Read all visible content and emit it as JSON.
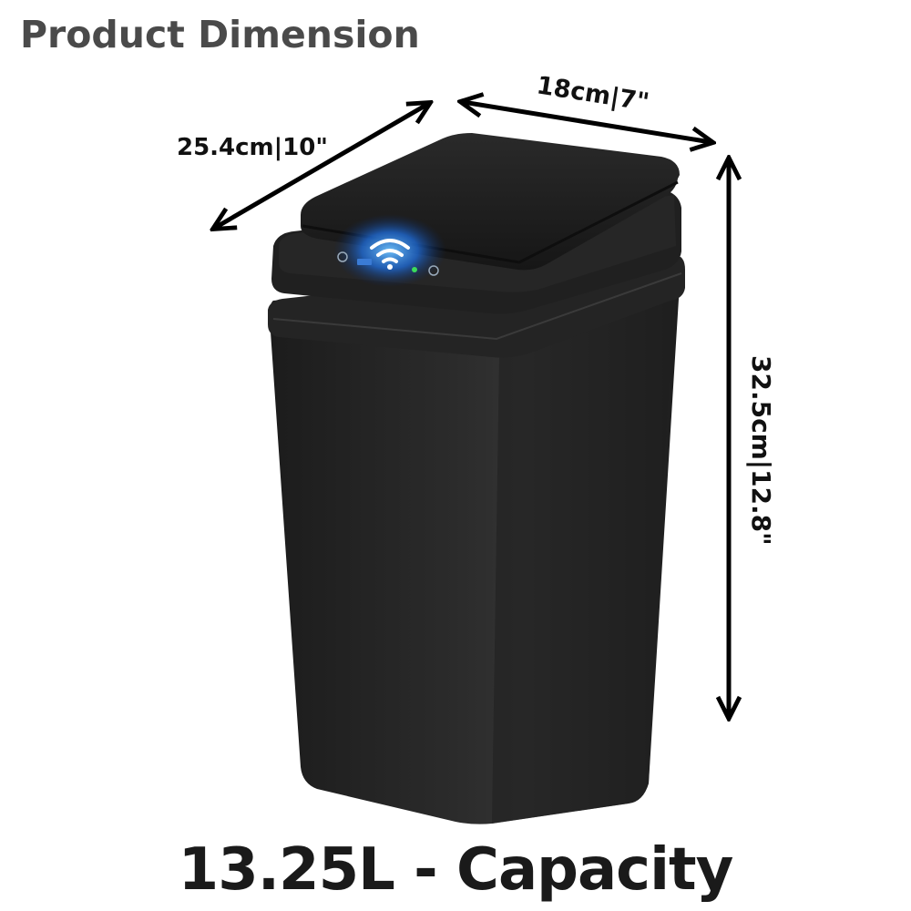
{
  "header": {
    "title": "Product Dimension"
  },
  "dimensions": {
    "depth_label": "25.4cm|10\"",
    "width_label": "18cm|7\"",
    "height_label": "32.5cm|12.8\""
  },
  "product": {
    "sensor_icon": "wifi-icon",
    "body_color": "#2a2a2a",
    "lid_color": "#1c1c1c",
    "sensor_glow_color": "#2f8cff"
  },
  "footer": {
    "capacity_label": "13.25L - Capacity"
  }
}
